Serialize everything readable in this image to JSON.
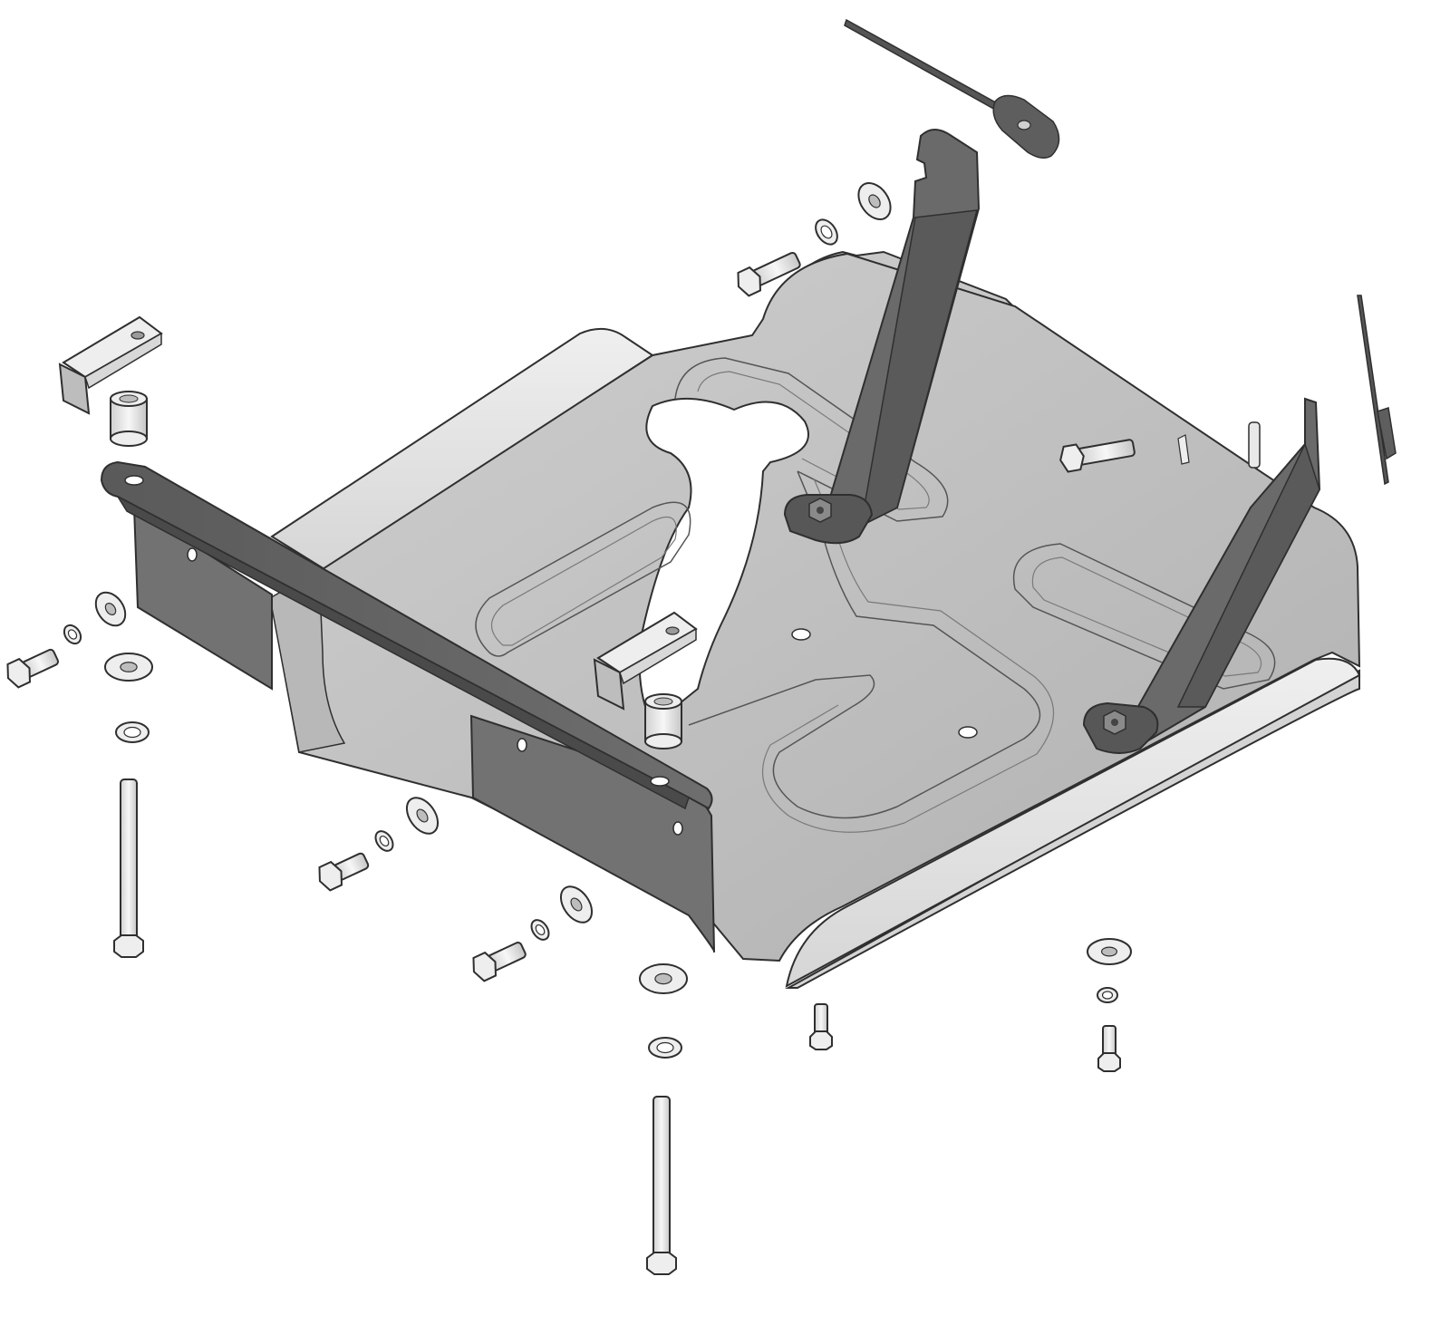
{
  "diagram": {
    "kind": "exploded-assembly",
    "labels": [],
    "colors": {
      "plate_light": "#c4c4c4",
      "plate_mid": "#b3b3b3",
      "plate_dark": "#9a9a9a",
      "plate_highlight": "#e6e6e6",
      "bracket": "#6b6b6b",
      "bracket_dark": "#4d4d4d",
      "bracket_light": "#8a8a8a",
      "hardware": "#eeeeee",
      "hardware_shade": "#bdbdbd",
      "outline": "#2f2f2f",
      "background": "#ffffff"
    },
    "parts": [
      {
        "name": "skid-plate",
        "icon": "skid-plate-icon"
      },
      {
        "name": "front-bracket-bar",
        "icon": "bracket-icon"
      },
      {
        "name": "rear-strut-left",
        "icon": "strut-icon"
      },
      {
        "name": "rear-strut-right",
        "icon": "strut-icon"
      },
      {
        "name": "cable-tie-top",
        "icon": "cable-tie-icon"
      },
      {
        "name": "cable-tie-right",
        "icon": "cable-tie-icon"
      },
      {
        "name": "hook-bracket",
        "icon": "hook-bracket-icon"
      },
      {
        "name": "spacer-sleeve",
        "icon": "spacer-icon"
      },
      {
        "name": "long-bolt",
        "icon": "long-bolt-icon"
      },
      {
        "name": "hex-bolt",
        "icon": "hex-bolt-icon"
      },
      {
        "name": "flat-washer",
        "icon": "washer-icon"
      },
      {
        "name": "lock-washer",
        "icon": "lock-washer-icon"
      }
    ]
  }
}
